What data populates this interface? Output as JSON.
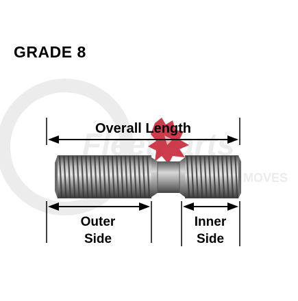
{
  "title": "GRADE 8",
  "watermark": {
    "brand_text": "FleetParts",
    "tagline": "MOVES"
  },
  "dimensions": {
    "overall_length": "Overall Length",
    "outer_side": [
      "Outer",
      "Side"
    ],
    "inner_side": [
      "Inner",
      "Side"
    ]
  },
  "colors": {
    "background": "#ffffff",
    "watermark": "#ececec",
    "watermark_logo": "#c8283a",
    "line": "#000000",
    "stud_dark": "#5e5e5e",
    "stud_light": "#d2d2d2"
  }
}
